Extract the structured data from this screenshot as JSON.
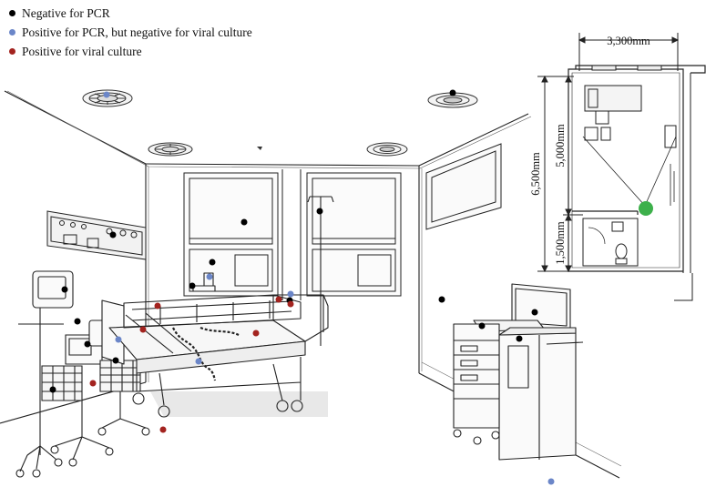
{
  "legend": {
    "items": [
      {
        "key": "negative_pcr",
        "label": "Negative for PCR",
        "color": "#000000"
      },
      {
        "key": "positive_pcr_negative_culture",
        "label": "Positive for PCR, but negative for viral culture",
        "color": "#6b86c8"
      },
      {
        "key": "positive_culture",
        "label": "Positive for viral culture",
        "color": "#a3231f"
      }
    ]
  },
  "floor_plan": {
    "width_label": "3,300mm",
    "total_length_label": "6,500mm",
    "room_length_label": "5,000mm",
    "bathroom_length_label": "1,500mm",
    "patient_marker_color": "#3db04b"
  },
  "sample_points": {
    "negative_count": 16,
    "positive_pcr_only_count": 6,
    "positive_culture_count": 7
  }
}
